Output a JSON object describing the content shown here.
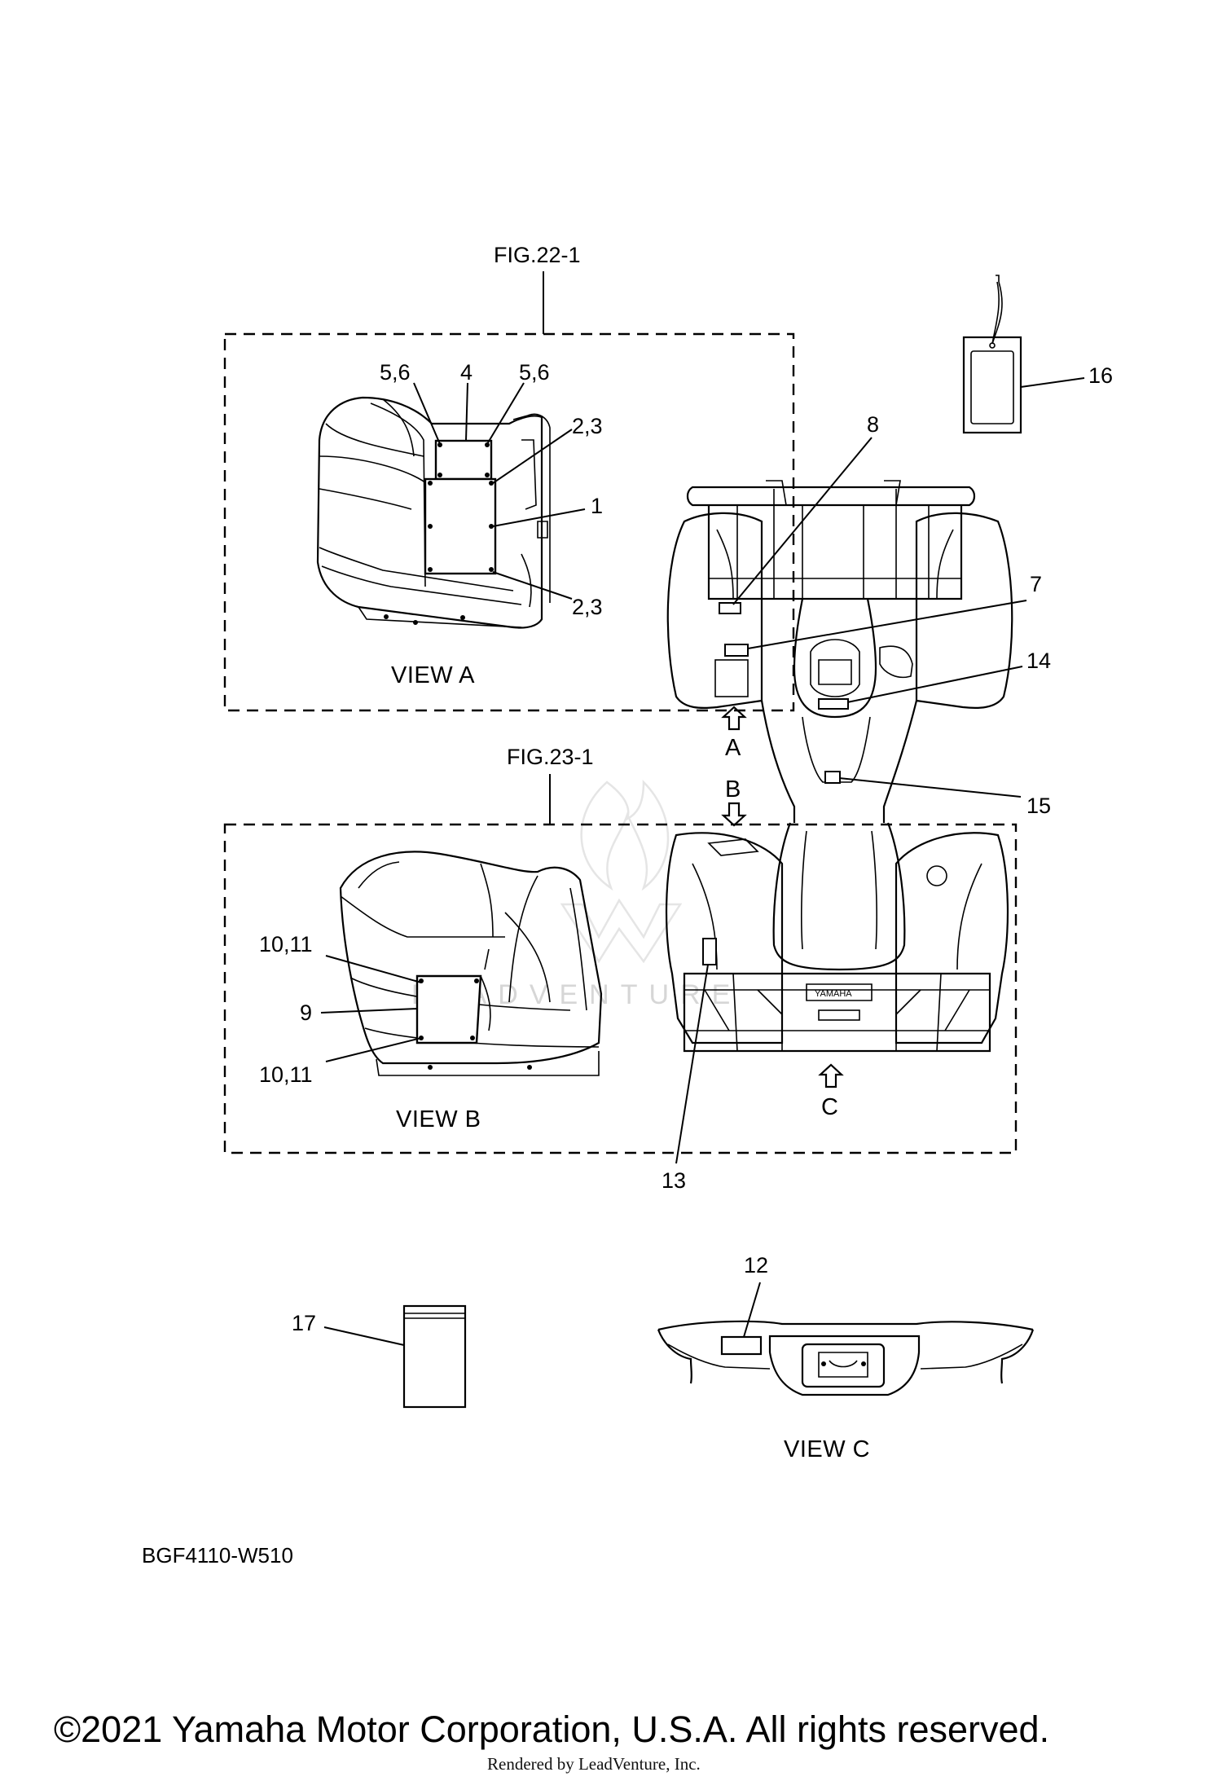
{
  "figures": {
    "fig_a": "FIG.22-1",
    "fig_b": "FIG.23-1"
  },
  "views": {
    "view_a": "VIEW A",
    "view_b": "VIEW B",
    "view_c": "VIEW C"
  },
  "arrows": {
    "a": "A",
    "b": "B",
    "c": "C"
  },
  "callouts": {
    "c1": "1",
    "c2_3_top": "2,3",
    "c2_3_bottom": "2,3",
    "c4": "4",
    "c5_6_left": "5,6",
    "c5_6_right": "5,6",
    "c7": "7",
    "c8": "8",
    "c9": "9",
    "c10_11_top": "10,11",
    "c10_11_bottom": "10,11",
    "c12": "12",
    "c13": "13",
    "c14": "14",
    "c15": "15",
    "c16": "16",
    "c17": "17"
  },
  "diagram_code": "BGF4110-W510",
  "copyright": "©2021 Yamaha Motor Corporation, U.S.A. All rights reserved.",
  "rendered_by": "Rendered by LeadVenture, Inc.",
  "watermark": "LEADVENTURE",
  "emblem_text": "YAMAHA"
}
